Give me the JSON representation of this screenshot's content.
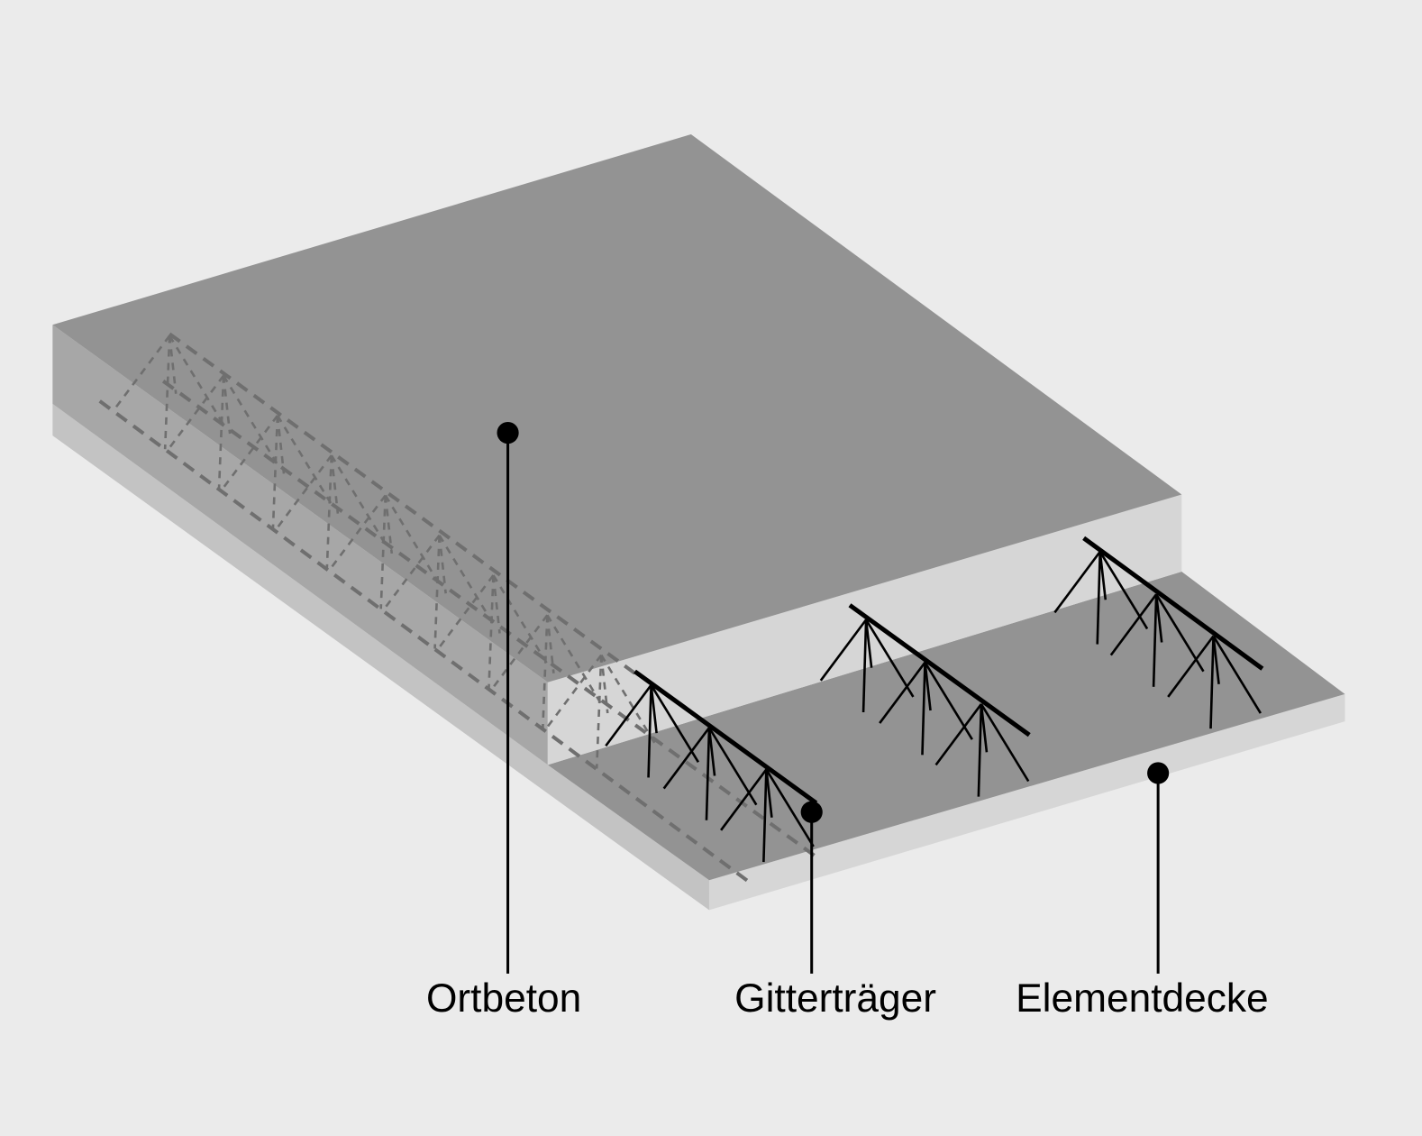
{
  "labels": {
    "ortbeton": "Ortbeton",
    "gittertraeger": "Gitterträger",
    "elementdecke": "Elementdecke"
  },
  "colors": {
    "background": "#ebebeb",
    "concrete_top": "#939393",
    "concrete_side_dark": "#a7a7a7",
    "concrete_side_light": "#d6d6d6",
    "concrete_side_mid": "#c3c3c3",
    "hidden_lines": "#6f6f6f",
    "ink": "#000000"
  }
}
